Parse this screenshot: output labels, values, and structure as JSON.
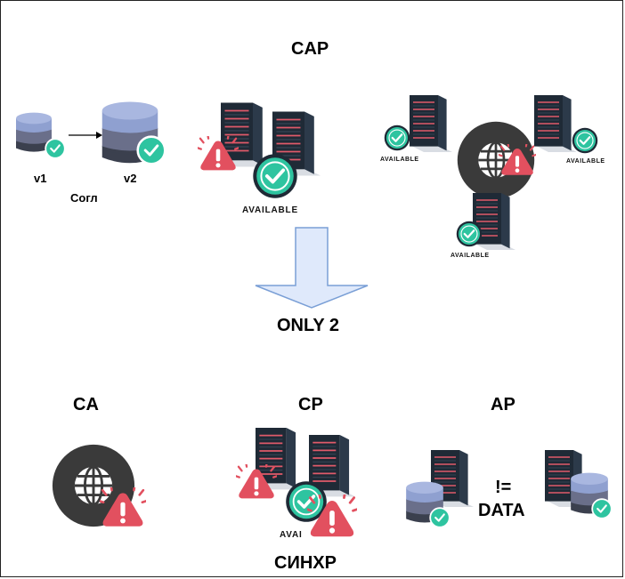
{
  "title": "CAP",
  "top": {
    "v1_label": "v1",
    "v2_label": "v2",
    "consistency_label": "Согл",
    "available_big": "AVAILABLE",
    "available_small": "AVAILABLE"
  },
  "transition": {
    "label": "ONLY 2"
  },
  "bottom": {
    "ca_title": "CA",
    "cp_title": "CP",
    "ap_title": "AP",
    "cp_available_partial": "AVAI",
    "cp_caption": "СИНХР",
    "ap_not_equal": "!=",
    "ap_data": "DATA"
  },
  "colors": {
    "server_body": "#1f2a36",
    "server_accent": "#e05a6a",
    "check_green": "#2ec4a0",
    "warning_red": "#e2505f",
    "globe_dark": "#3a3a3a",
    "arrow_fill": "#dfe9fb",
    "arrow_stroke": "#7a9fd6",
    "db_top": "#8fa0d0",
    "db_mid": "#6a6f8a",
    "db_bottom": "#3b404e"
  }
}
